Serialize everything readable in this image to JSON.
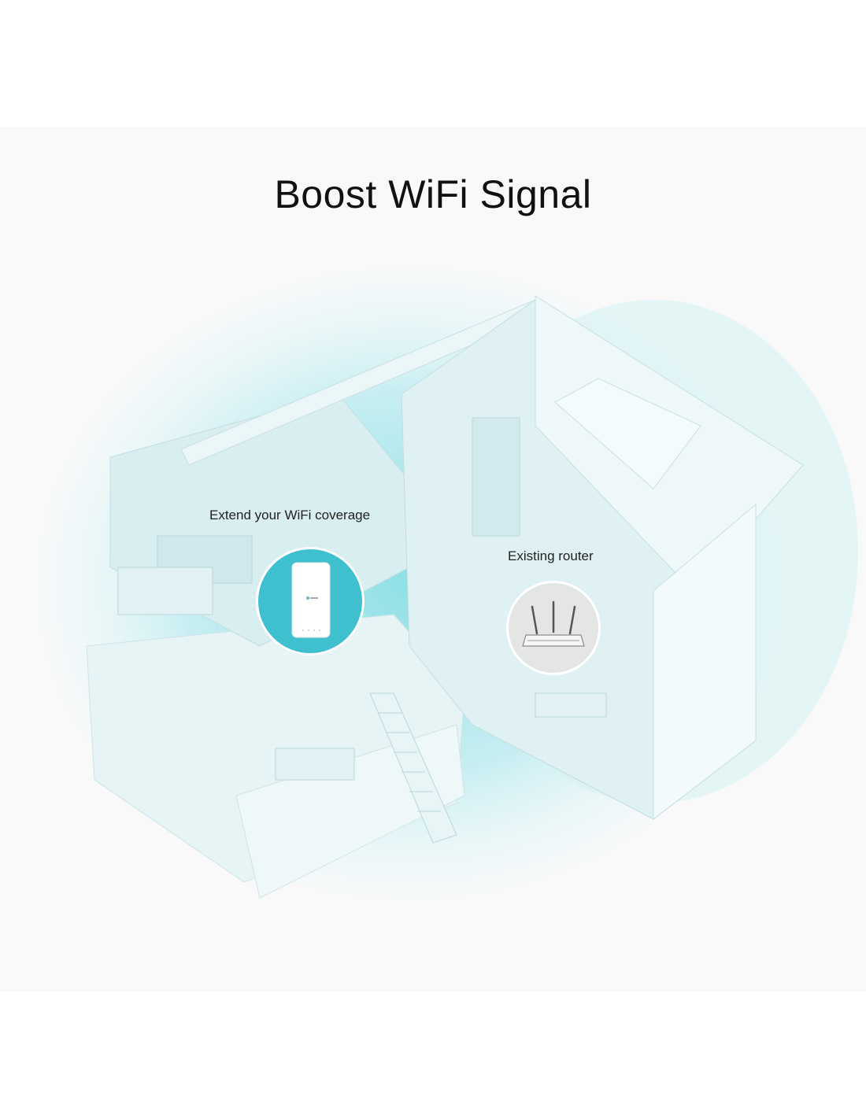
{
  "title": "Boost WiFi Signal",
  "labels": {
    "extender": "Extend your WiFi coverage",
    "router": "Existing router"
  },
  "icons": [
    "range-extender-icon",
    "router-icon",
    "house-illustration"
  ],
  "colors": {
    "accent": "#3fc0cf",
    "background": "#f9f9f9"
  }
}
